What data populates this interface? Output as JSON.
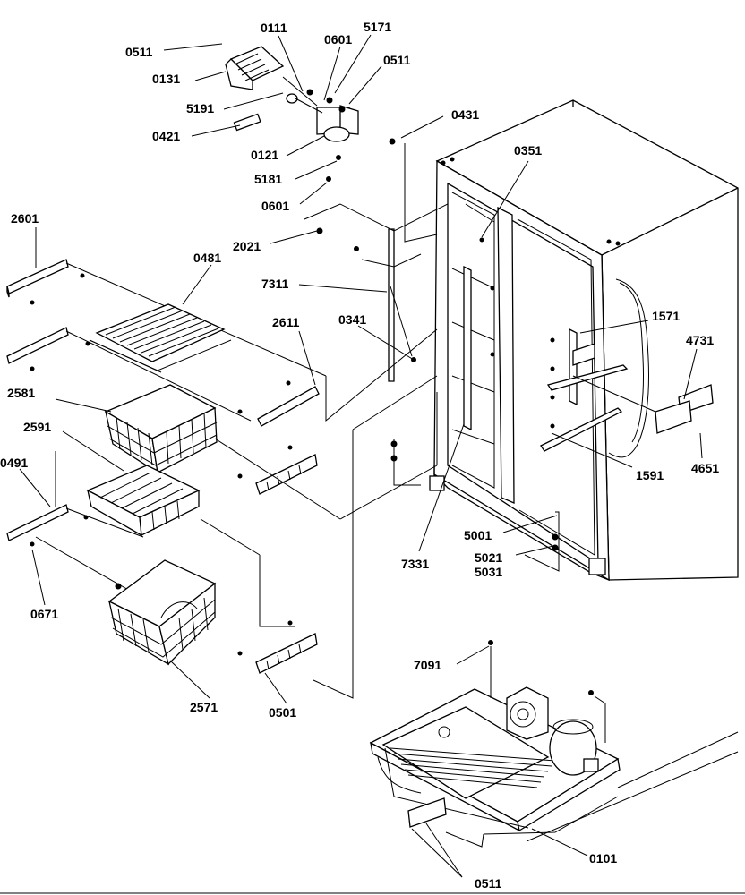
{
  "labels": {
    "l0511a": "0511",
    "l0111": "0111",
    "l0601a": "0601",
    "l5171": "5171",
    "l0511b": "0511",
    "l0131": "0131",
    "l5191": "5191",
    "l0421": "0421",
    "l0121": "0121",
    "l0431": "0431",
    "l5181": "5181",
    "l0601b": "0601",
    "l0351": "0351",
    "l2601": "2601",
    "l0481": "0481",
    "l2021": "2021",
    "l7311": "7311",
    "l2611": "2611",
    "l0341": "0341",
    "l1571": "1571",
    "l4731": "4731",
    "l2581": "2581",
    "l2591": "2591",
    "l0491": "0491",
    "l1591": "1591",
    "l4651": "4651",
    "l5001": "5001",
    "l5021": "5021",
    "l5031": "5031",
    "l7331": "7331",
    "l0671": "0671",
    "l7091": "7091",
    "l2571": "2571",
    "l0501": "0501",
    "l0101": "0101",
    "l0511c": "0511"
  }
}
